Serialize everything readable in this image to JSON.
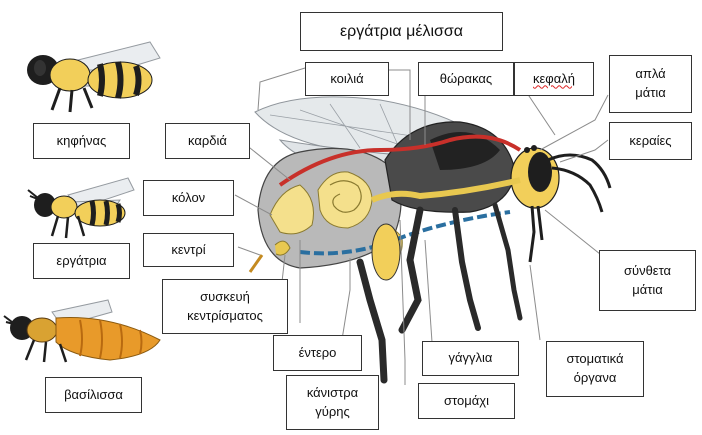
{
  "title": "εργάτρια μέλισσα",
  "castes": {
    "drone": "κηφήνας",
    "worker": "εργάτρια",
    "queen": "βασίλισσα"
  },
  "parts": {
    "abdomen": "κοιλιά",
    "thorax": "θώρακας",
    "head": "κεφαλή",
    "simple_eyes": "απλά\nμάτια",
    "antennae": "κεραίες",
    "heart": "καρδιά",
    "colon": "κόλον",
    "sting": "κεντρί",
    "sting_apparatus": "συσκευή\nκεντρίσματος",
    "intestine": "έντερο",
    "pollen_basket": "κάνιστρα\nγύρης",
    "ganglia": "γάγγλια",
    "stomach": "στομάχι",
    "compound_eyes": "σύνθετα\nμάτια",
    "mouthparts": "στοματικά\nόργανα"
  },
  "colors": {
    "body_yellow": "#f2cf5a",
    "body_black": "#1e1e1e",
    "heart_red": "#c8302a",
    "nerve_blue": "#2a6fa0",
    "queen_orange": "#e89a2a",
    "wing": "#e8ecef"
  }
}
